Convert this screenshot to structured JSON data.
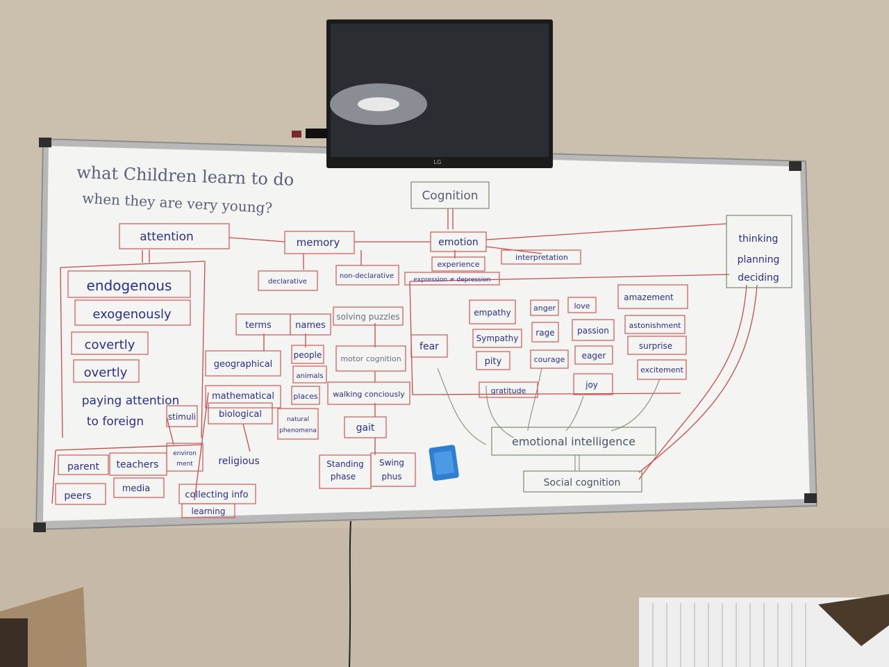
{
  "tv": {
    "brand": "LG"
  },
  "board": {
    "title_line1": "what Children learn to do",
    "title_line2": "when they are very young?",
    "nodes": [
      {
        "id": "cognition",
        "label": "Cognition"
      },
      {
        "id": "attention",
        "label": "attention"
      },
      {
        "id": "memory",
        "label": "memory"
      },
      {
        "id": "emotion",
        "label": "emotion"
      },
      {
        "id": "thinking",
        "label": "thinking"
      },
      {
        "id": "planning",
        "label": "planning"
      },
      {
        "id": "deciding",
        "label": "deciding"
      },
      {
        "id": "endogenous",
        "label": "endogenous"
      },
      {
        "id": "exogenously",
        "label": "exogenously"
      },
      {
        "id": "covertly",
        "label": "covertly"
      },
      {
        "id": "overtly",
        "label": "overtly"
      },
      {
        "id": "paying1",
        "label": "paying attention"
      },
      {
        "id": "paying2",
        "label": "to foreign"
      },
      {
        "id": "stimuli",
        "label": "stimuli"
      },
      {
        "id": "declarative",
        "label": "declarative"
      },
      {
        "id": "nondeclarative",
        "label": "non-declarative"
      },
      {
        "id": "terms",
        "label": "terms"
      },
      {
        "id": "names",
        "label": "names"
      },
      {
        "id": "solving",
        "label": "solving puzzles"
      },
      {
        "id": "geographical",
        "label": "geographical"
      },
      {
        "id": "mathematical",
        "label": "mathematical"
      },
      {
        "id": "biological",
        "label": "biological"
      },
      {
        "id": "religious",
        "label": "religious"
      },
      {
        "id": "people",
        "label": "people"
      },
      {
        "id": "animals",
        "label": "animals"
      },
      {
        "id": "places",
        "label": "places"
      },
      {
        "id": "natural1",
        "label": "natural"
      },
      {
        "id": "natural2",
        "label": "phenomena"
      },
      {
        "id": "motor",
        "label": "motor cognition"
      },
      {
        "id": "walking",
        "label": "walking conciously"
      },
      {
        "id": "gait",
        "label": "gait"
      },
      {
        "id": "standing1",
        "label": "Standing"
      },
      {
        "id": "standing2",
        "label": "phase"
      },
      {
        "id": "swing1",
        "label": "Swing"
      },
      {
        "id": "swing2",
        "label": "phus"
      },
      {
        "id": "experience",
        "label": "experience"
      },
      {
        "id": "interpretation",
        "label": "interpretation"
      },
      {
        "id": "expression",
        "label": "expression ≠ depression"
      },
      {
        "id": "fear",
        "label": "fear"
      },
      {
        "id": "empathy",
        "label": "empathy"
      },
      {
        "id": "sympathy",
        "label": "Sympathy"
      },
      {
        "id": "pity",
        "label": "pity"
      },
      {
        "id": "gratitude",
        "label": "gratitude"
      },
      {
        "id": "anger",
        "label": "anger"
      },
      {
        "id": "rage",
        "label": "rage"
      },
      {
        "id": "courage",
        "label": "courage"
      },
      {
        "id": "love",
        "label": "love"
      },
      {
        "id": "passion",
        "label": "passion"
      },
      {
        "id": "eager",
        "label": "eager"
      },
      {
        "id": "joy",
        "label": "joy"
      },
      {
        "id": "amazement",
        "label": "amazement"
      },
      {
        "id": "astonishment",
        "label": "astonishment"
      },
      {
        "id": "surprise",
        "label": "surprise"
      },
      {
        "id": "excitement",
        "label": "excitement"
      },
      {
        "id": "emotional_intelligence",
        "label": "emotional intelligence"
      },
      {
        "id": "social_cognition",
        "label": "Social cognition"
      },
      {
        "id": "parent",
        "label": "parent"
      },
      {
        "id": "teachers",
        "label": "teachers"
      },
      {
        "id": "environment1",
        "label": "environ"
      },
      {
        "id": "environment2",
        "label": "ment"
      },
      {
        "id": "peers",
        "label": "peers"
      },
      {
        "id": "media",
        "label": "media"
      },
      {
        "id": "collecting",
        "label": "collecting info"
      },
      {
        "id": "learning",
        "label": "learning"
      }
    ]
  },
  "colors": {
    "ink": "#2a2f8f",
    "frame": "#a9a9a9",
    "link": "#c84a4a"
  }
}
